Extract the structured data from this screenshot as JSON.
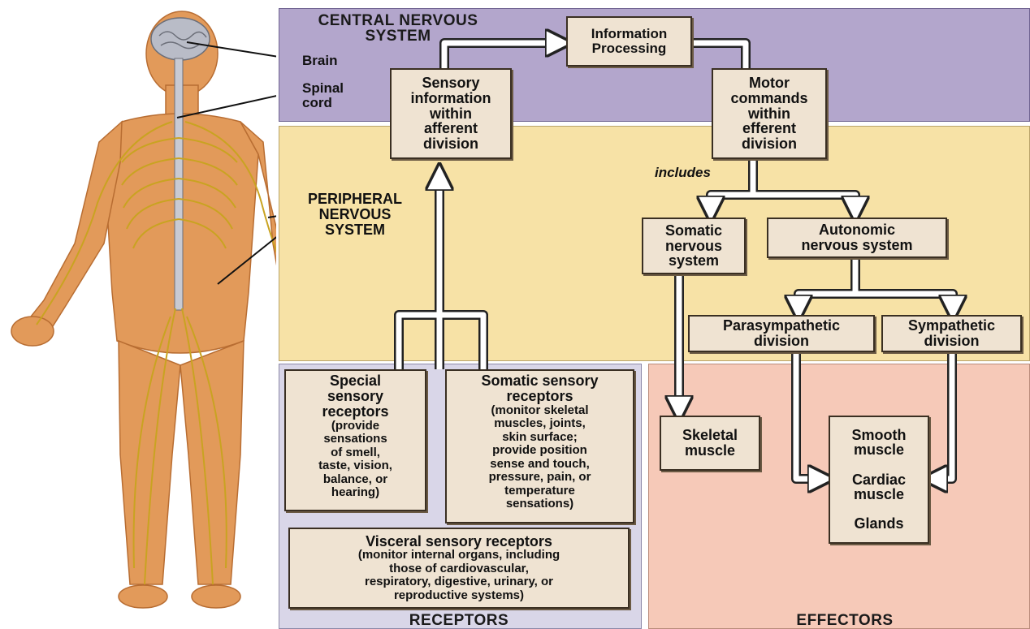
{
  "zones": {
    "cns_title": "CENTRAL NERVOUS\nSYSTEM",
    "receptors_title": "RECEPTORS",
    "effectors_title": "EFFECTORS"
  },
  "body_labels": {
    "brain": "Brain",
    "spinal_cord": "Spinal\ncord",
    "pns": "PERIPHERAL\nNERVOUS\nSYSTEM"
  },
  "boxes": {
    "info_processing": "Information\nProcessing",
    "sensory_afferent": "Sensory\ninformation\nwithin\nafferent\ndivision",
    "motor_efferent": "Motor\ncommands\nwithin\nefferent\ndivision",
    "somatic_ns": "Somatic\nnervous\nsystem",
    "autonomic_ns": "Autonomic\nnervous system",
    "parasympathetic": "Parasympathetic\ndivision",
    "sympathetic": "Sympathetic\ndivision",
    "special_title": "Special\nsensory\nreceptors",
    "special_sub": "(provide\nsensations\nof smell,\ntaste, vision,\nbalance, or\nhearing)",
    "somatic_title": "Somatic sensory\nreceptors",
    "somatic_sub": "(monitor skeletal\nmuscles, joints,\nskin surface;\nprovide position\nsense and touch,\npressure, pain, or\ntemperature\nsensations)",
    "visceral_title": "Visceral sensory receptors",
    "visceral_sub": "(monitor internal organs, including\nthose of cardiovascular,\nrespiratory, digestive, urinary, or\nreproductive systems)",
    "skeletal_muscle": "Skeletal\nmuscle",
    "smooth_muscle": "Smooth\nmuscle",
    "cardiac_muscle": "Cardiac\nmuscle",
    "glands": "Glands"
  },
  "includes_label": "includes",
  "colors": {
    "cns": "#b3a6cc",
    "pns": "#f7e2a6",
    "receptors": "#d9d6e8",
    "effectors": "#f6c9b8",
    "box": "#efe3d2",
    "skin": "#e29a5a",
    "nerve": "#c9a321"
  }
}
